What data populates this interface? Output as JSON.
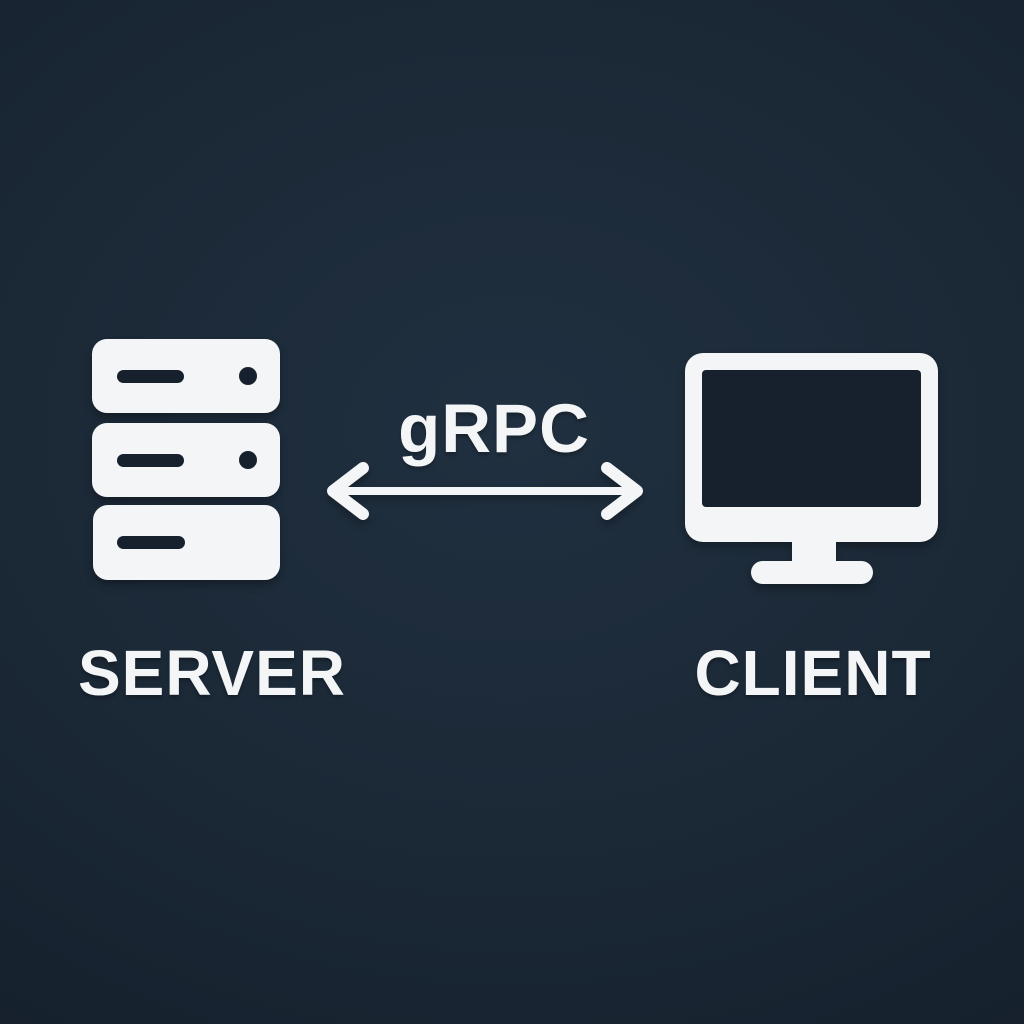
{
  "nodes": [
    {
      "id": "server",
      "label": "SERVER",
      "icon": "server-icon"
    },
    {
      "id": "client",
      "label": "CLIENT",
      "icon": "monitor-icon"
    }
  ],
  "connection": {
    "label": "gRPC",
    "type": "bidirectional-arrow"
  },
  "colors": {
    "foreground": "#f3f5f7",
    "background_center": "#203040",
    "background_edge": "#101b26",
    "icon_cutout": "#16212d"
  }
}
